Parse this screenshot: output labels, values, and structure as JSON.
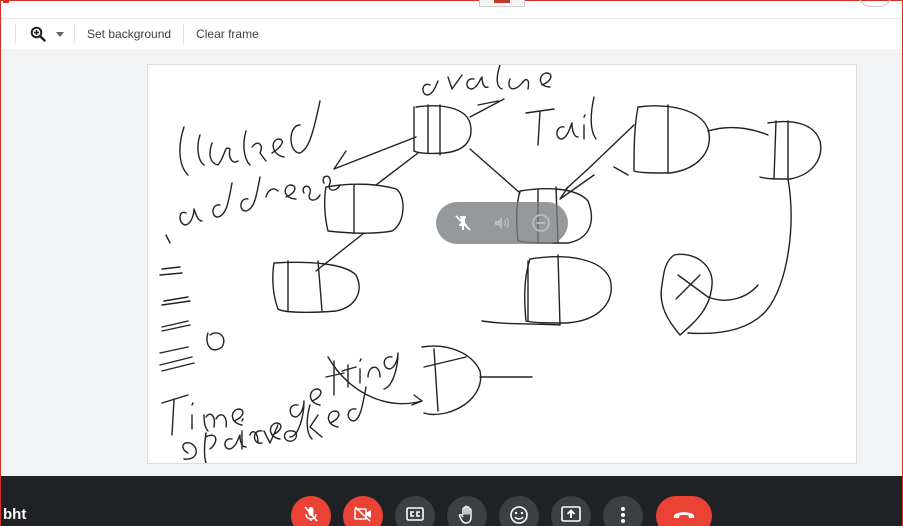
{
  "toolbar": {
    "zoom_icon": "zoom-in-icon",
    "zoom_dropdown_icon": "caret-down-icon",
    "set_background_label": "Set background",
    "clear_frame_label": "Clear frame"
  },
  "whiteboard": {
    "handwriting": {
      "line_1": "linked",
      "line_2": "address",
      "value": "value",
      "tail": "Tail",
      "time": "Time",
      "space": "space",
      "getting": "getting",
      "invoked": "invoked"
    }
  },
  "pill": {
    "icons": [
      "pin-off-icon",
      "volume-icon",
      "remove-circle-icon"
    ]
  },
  "meetbar": {
    "participant_name": "bht",
    "colors": {
      "bar": "#202124",
      "danger": "#ea4335",
      "neutral": "#3c4043"
    },
    "controls": [
      {
        "icon": "mic-off-icon"
      },
      {
        "icon": "camera-off-icon"
      },
      {
        "icon": "captions-icon"
      },
      {
        "icon": "raise-hand-icon"
      },
      {
        "icon": "emoji-icon"
      },
      {
        "icon": "present-screen-icon"
      },
      {
        "icon": "more-options-icon"
      },
      {
        "icon": "end-call-icon"
      }
    ]
  }
}
